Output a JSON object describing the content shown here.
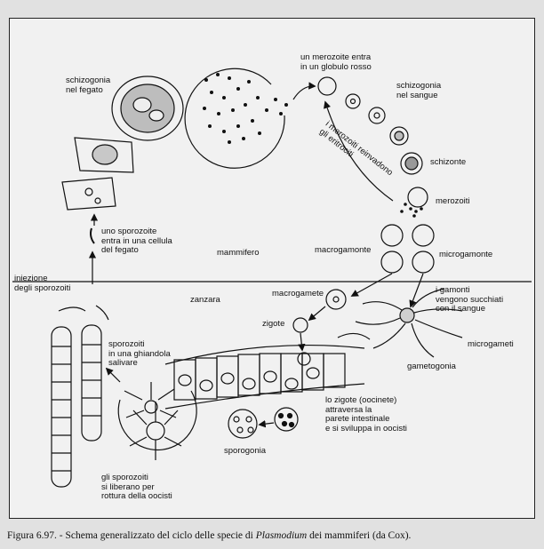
{
  "labels": {
    "schizogonia_fegato_1": "schizogonia",
    "schizogonia_fegato_2": "nel fegato",
    "merozoite_entra_1": "un merozoite entra",
    "merozoite_entra_2": "in un globulo rosso",
    "schizogonia_sangue_1": "schizogonia",
    "schizogonia_sangue_2": "nel sangue",
    "merozoiti_reinvadono_1": "i merozoiti  reinvadono",
    "merozoiti_reinvadono_2": "gli eritrociti",
    "schizonte": "schizonte",
    "merozoiti": "merozoiti",
    "sporozoite_entra_1": "uno sporozoite",
    "sporozoite_entra_2": "entra in una cellula",
    "sporozoite_entra_3": "del fegato",
    "mammifero": "mammifero",
    "macrogamonte": "macrogamonte",
    "microgamonte": "microgamonte",
    "iniezione_1": "iniezione",
    "iniezione_2": "degli sporozoiti",
    "zanzara": "zanzara",
    "macrogamete": "macrogamete",
    "gamonti_1": "i gamonti",
    "gamonti_2": "vengono succhiati",
    "gamonti_3": "con il sangue",
    "zigote": "zigote",
    "sporozoiti_ghiandola_1": "sporozoiti",
    "sporozoiti_ghiandola_2": "in una ghiandola",
    "sporozoiti_ghiandola_3": "salivare",
    "microgameti": "microgameti",
    "gametogonia": "gametogonia",
    "oocinete_1": "lo zigote (oocinete)",
    "oocinete_2": "attraversa la",
    "oocinete_3": "parete intestinale",
    "oocinete_4": "e si sviluppa in oocisti",
    "sporogonia": "sporogonia",
    "sporozoiti_liberano_1": "gli sporozoiti",
    "sporozoiti_liberano_2": "si liberano per",
    "sporozoiti_liberano_3": "rottura della oocisti"
  },
  "caption": {
    "prefix": "Figura 6.97. - Schema generalizzato del ciclo delle specie di ",
    "italic": "Plasmodium",
    "suffix": " dei mammiferi (da Cox)."
  }
}
